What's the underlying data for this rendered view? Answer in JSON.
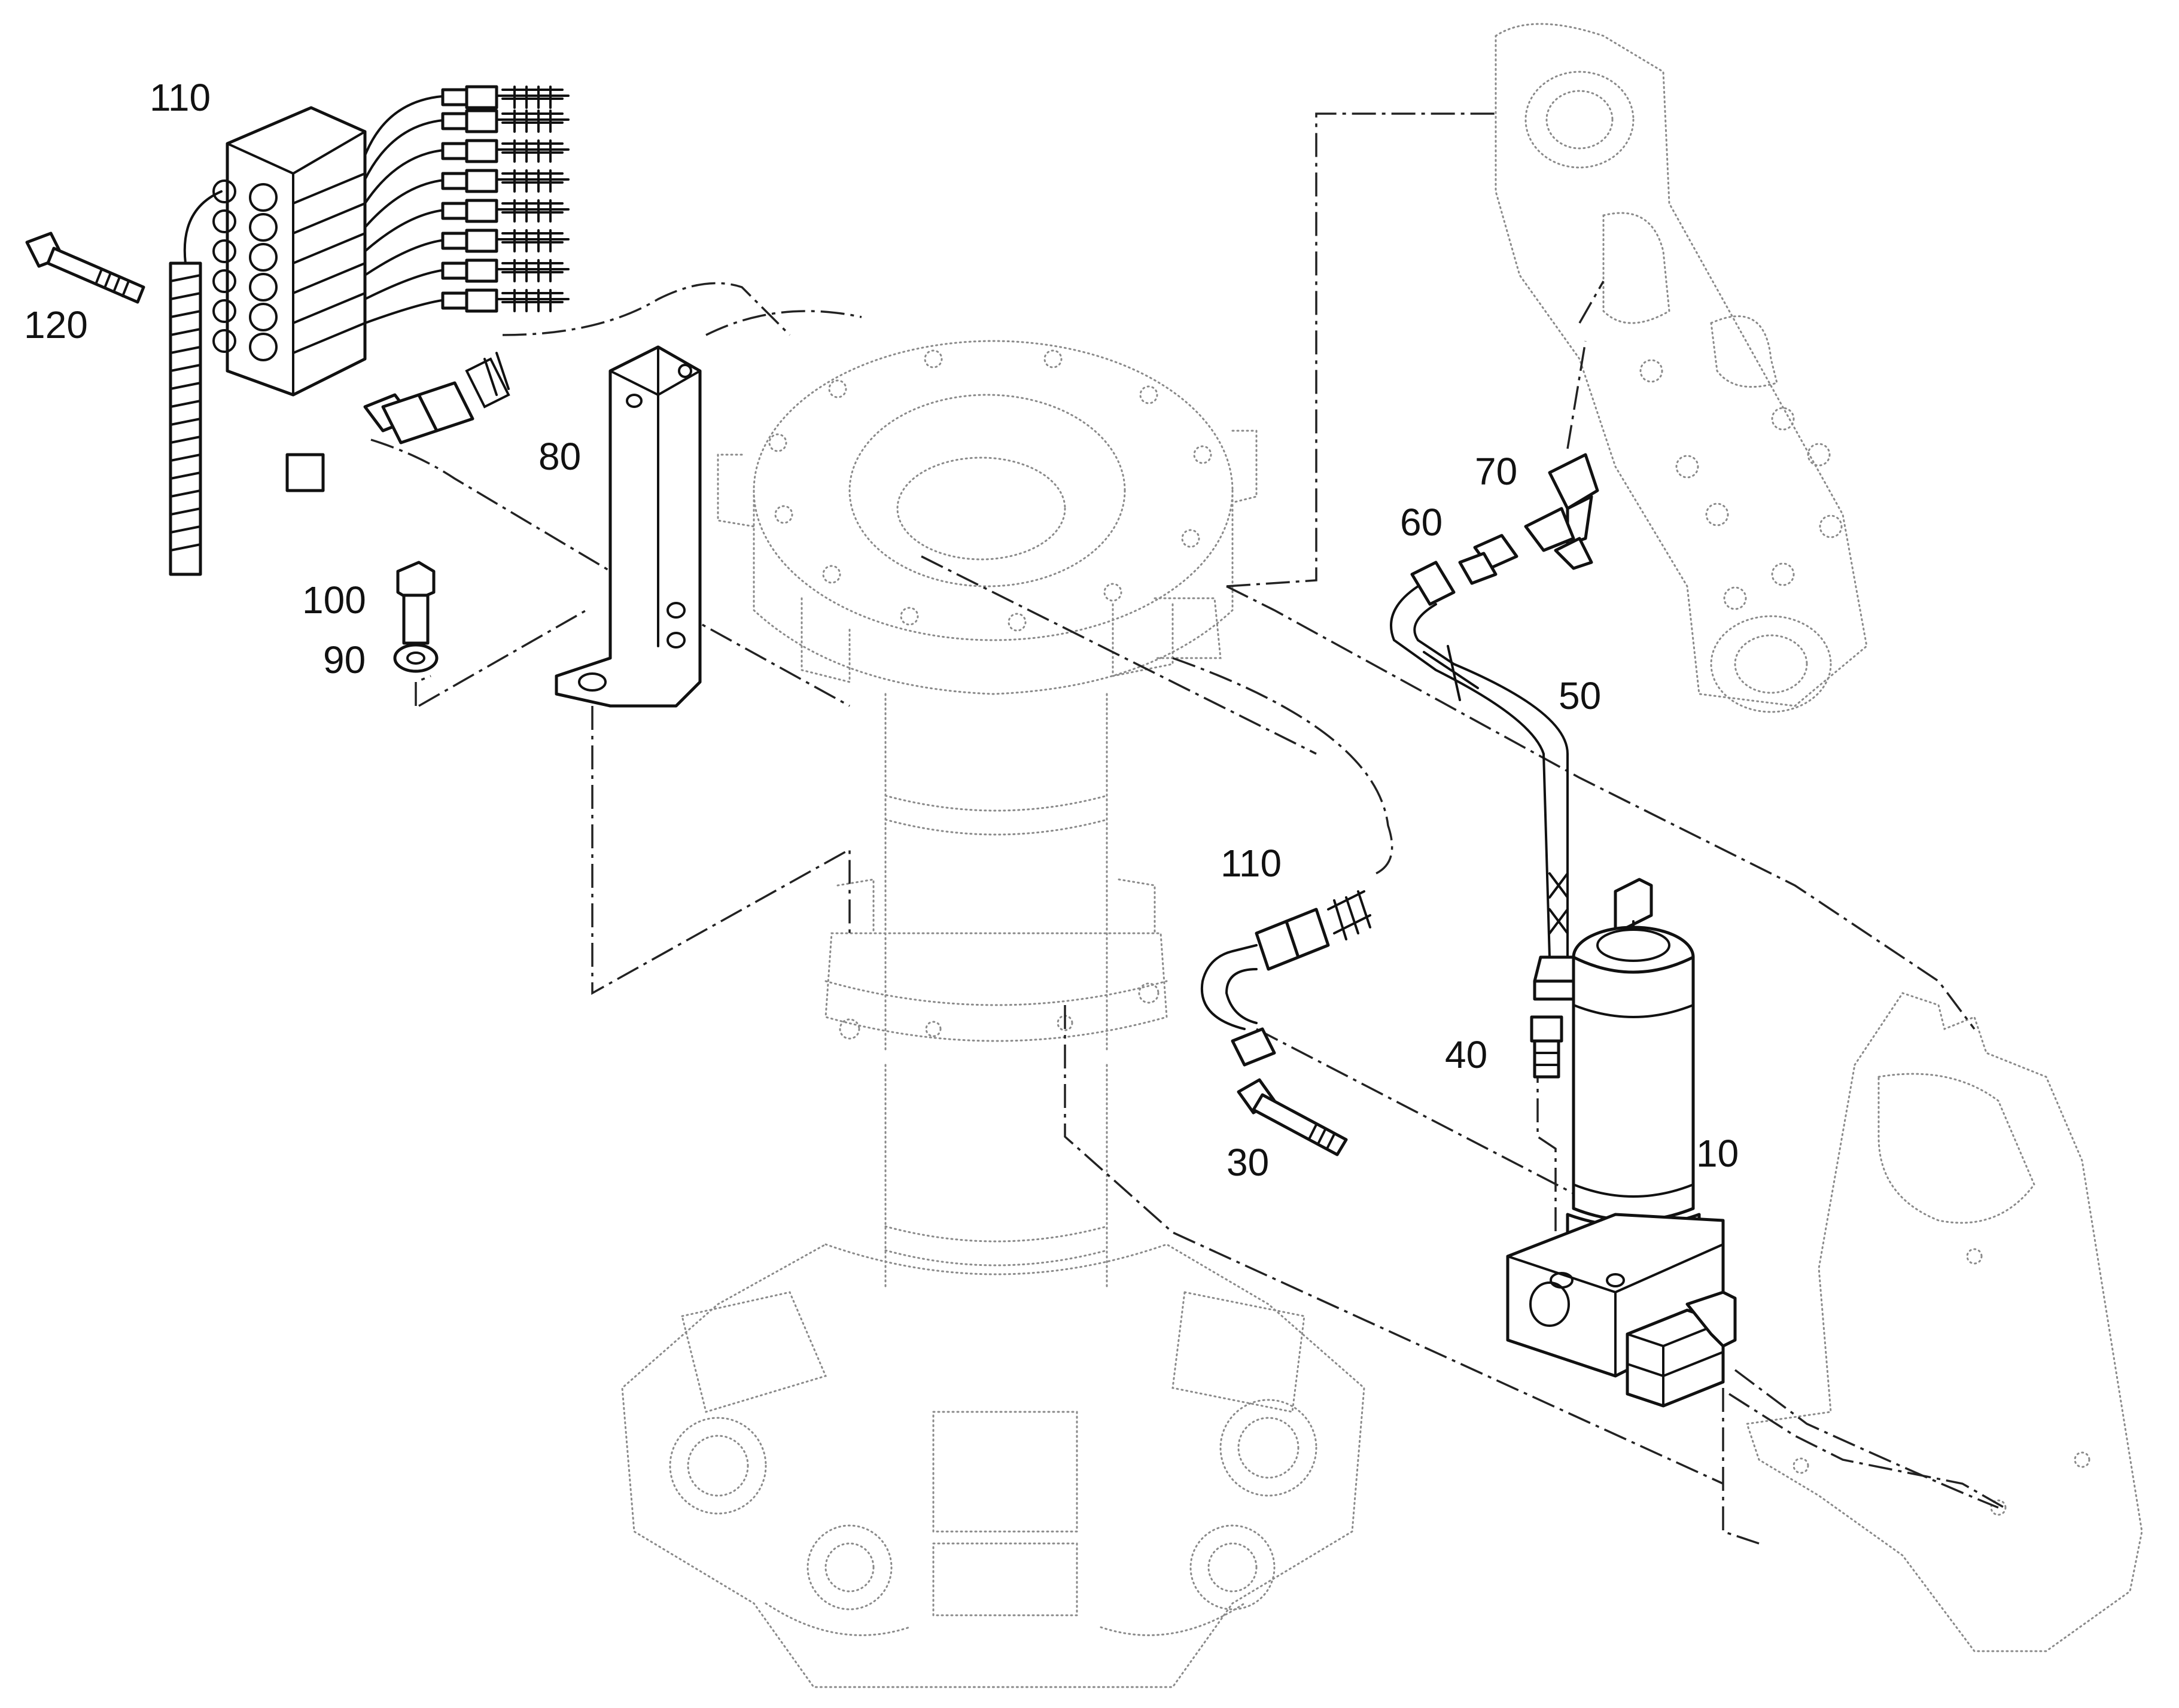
{
  "parts": {
    "p110_top": "110",
    "p120": "120",
    "p80": "80",
    "p100": "100",
    "p90": "90",
    "p70": "70",
    "p60": "60",
    "p50": "50",
    "p110_mid": "110",
    "p40": "40",
    "p30": "30",
    "p10": "10"
  },
  "colors": {
    "line": "#111111",
    "ghost": "#8a8a8a",
    "background": "#ffffff"
  }
}
